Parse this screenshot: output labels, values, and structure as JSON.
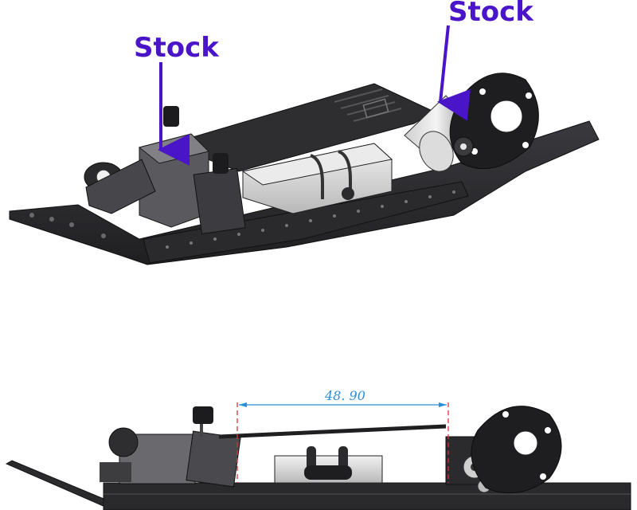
{
  "top_view": {
    "callouts": [
      {
        "label": "Stock"
      },
      {
        "label": "Stock"
      }
    ]
  },
  "side_view": {
    "dimension": {
      "value": "48. 90"
    }
  },
  "colors": {
    "callout": "#4a14c8",
    "dimension": "#2a8fd6",
    "centerline": "#e0303a",
    "chassis_dark": "#2b2b2e",
    "chassis_mid": "#505055",
    "battery_light": "#dcdcdc"
  }
}
